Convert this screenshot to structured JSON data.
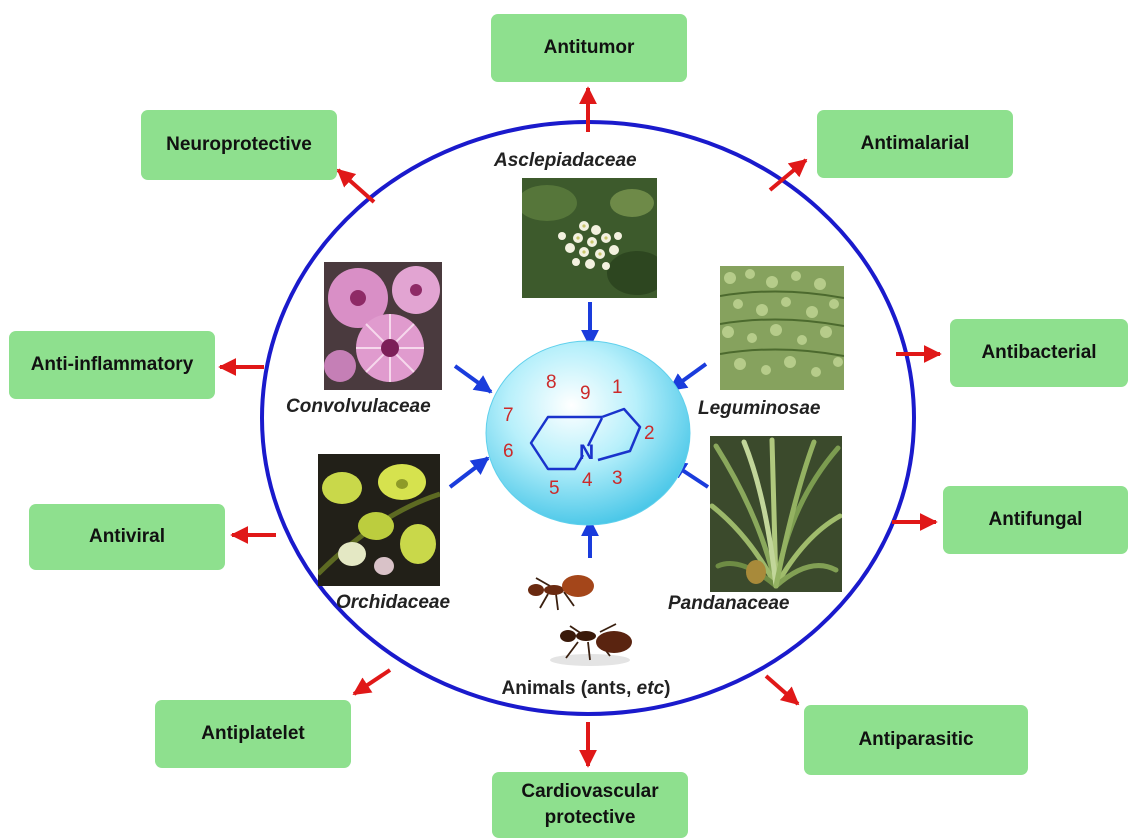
{
  "colors": {
    "box_fill": "#8ee08e",
    "circle_stroke": "#1a1acc",
    "inner_arrow": "#1a3cdc",
    "outer_arrow": "#e01818",
    "atom_number": "#cc2a2a",
    "nitrogen": "#1a33cc",
    "bond": "#1a33cc"
  },
  "activities": [
    {
      "id": "antitumor",
      "label": "Antitumor"
    },
    {
      "id": "neuroprotective",
      "label": "Neuroprotective"
    },
    {
      "id": "antimalarial",
      "label": "Antimalarial"
    },
    {
      "id": "anti-inflammatory",
      "label": "Anti-inflammatory"
    },
    {
      "id": "antibacterial",
      "label": "Antibacterial"
    },
    {
      "id": "antiviral",
      "label": "Antiviral"
    },
    {
      "id": "antifungal",
      "label": "Antifungal"
    },
    {
      "id": "antiplatelet",
      "label": "Antiplatelet"
    },
    {
      "id": "antiparasitic",
      "label": "Antiparasitic"
    },
    {
      "id": "cardiovascular",
      "label": "Cardiovascular protective"
    }
  ],
  "sources": [
    {
      "id": "asclepiadaceae",
      "label": "Asclepiadaceae",
      "icon": "white-flower-cluster-photo"
    },
    {
      "id": "convolvulaceae",
      "label": "Convolvulaceae",
      "icon": "pink-flower-photo"
    },
    {
      "id": "leguminosae",
      "label": "Leguminosae",
      "icon": "green-leaves-photo"
    },
    {
      "id": "orchidaceae",
      "label": "Orchidaceae",
      "icon": "green-orchid-photo"
    },
    {
      "id": "pandanaceae",
      "label": "Pandanaceae",
      "icon": "pandanus-leaves-photo"
    }
  ],
  "animals": {
    "label_main": "Animals (ants, ",
    "label_italic": "etc",
    "label_end": ")",
    "icon": "ants-photo"
  },
  "molecule": {
    "nitrogen": "N",
    "atom_numbers": [
      "1",
      "2",
      "3",
      "4",
      "5",
      "6",
      "7",
      "8",
      "9"
    ]
  }
}
